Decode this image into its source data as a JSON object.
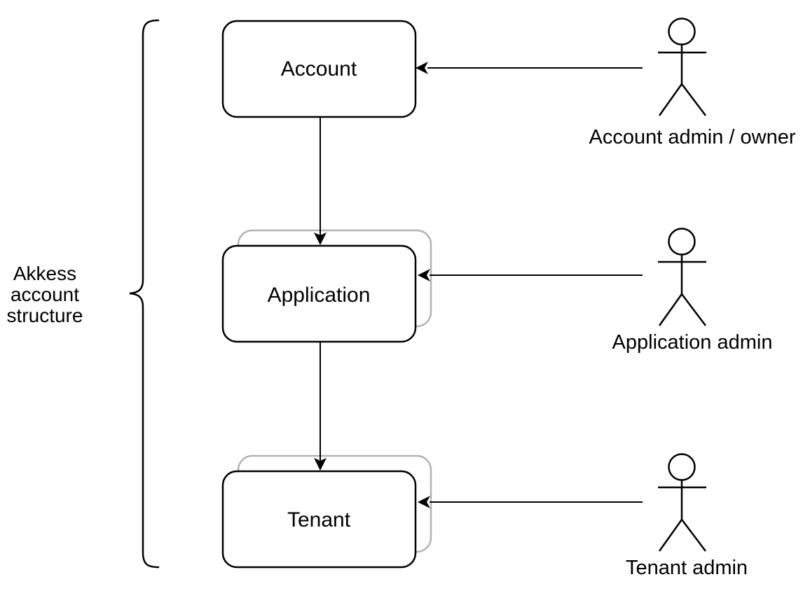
{
  "colors": {
    "background": "#ffffff",
    "box_fill": "#ffffff",
    "line": "#000000",
    "text": "#000000",
    "stacked_box_stroke": "#b3b3b3"
  },
  "diagram": {
    "brace_label": {
      "lines": [
        "Akkess",
        "account",
        "structure"
      ]
    },
    "nodes": [
      {
        "id": "account",
        "label": "Account",
        "stacked": false
      },
      {
        "id": "application",
        "label": "Application",
        "stacked": true
      },
      {
        "id": "tenant",
        "label": "Tenant",
        "stacked": true
      }
    ],
    "actors": [
      {
        "id": "account-admin",
        "label": "Account admin / owner"
      },
      {
        "id": "application-admin",
        "label": "Application admin"
      },
      {
        "id": "tenant-admin",
        "label": "Tenant admin"
      }
    ],
    "edges": [
      {
        "from": "Account",
        "to": "Application"
      },
      {
        "from": "Application",
        "to": "Tenant"
      },
      {
        "from": "Account admin / owner",
        "to": "Account"
      },
      {
        "from": "Application admin",
        "to": "Application"
      },
      {
        "from": "Tenant admin",
        "to": "Tenant"
      }
    ]
  }
}
